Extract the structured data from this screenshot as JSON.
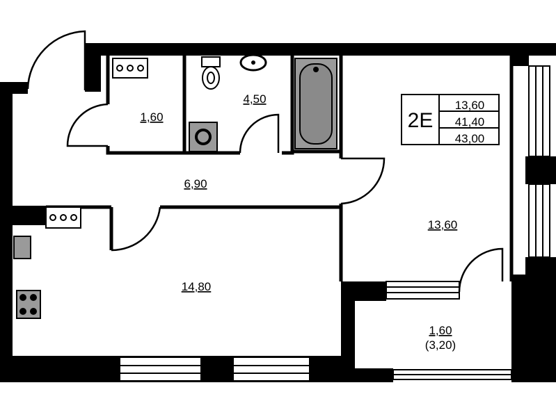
{
  "plan": {
    "unit_code": "2E",
    "summary_areas": [
      "13,60",
      "41,40",
      "43,00"
    ],
    "rooms": {
      "storage": "1,60",
      "bathroom": "4,50",
      "corridor": "6,90",
      "bedroom": "13,60",
      "kitchen": "14,80",
      "balcony": "1,60",
      "balcony_full": "(3,20)"
    }
  }
}
